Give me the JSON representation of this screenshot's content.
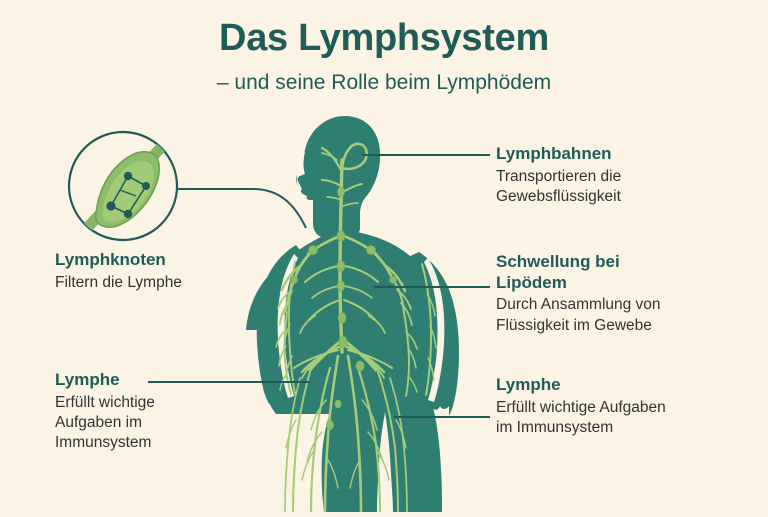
{
  "header": {
    "title": "Das Lymphsystem",
    "subtitle": "– und seine Rolle beim Lymphödem"
  },
  "colors": {
    "background": "#fbf3e4",
    "body_teal": "#2e7e72",
    "vessel_green": "#a6cc79",
    "node_fill": "#8cbd6b",
    "heading_teal": "#1f5b57",
    "body_text": "#333333",
    "line_teal": "#1f5b57"
  },
  "callouts": [
    {
      "id": "lymphknoten",
      "title": "Lymphknoten",
      "body": "Filtern die Lymphe",
      "side": "left"
    },
    {
      "id": "lymphe-left",
      "title": "Lymphe",
      "body": "Erfüllt wichtige\nAufgaben im\nImmunsystem",
      "side": "left"
    },
    {
      "id": "lymphbahnen",
      "title": "Lymphbahnen",
      "body": "Transportieren die\nGewebsflüssigkeit",
      "side": "right"
    },
    {
      "id": "lipoedem",
      "title": "Schwellung bei\nLipödem",
      "body": "Durch Ansammlung von\nFlüssigkeit im Gewebe",
      "side": "right"
    },
    {
      "id": "lymphe-right",
      "title": "Lymphe",
      "body": "Erfüllt wichtige Aufgaben\nim Immunsystem",
      "side": "right"
    }
  ],
  "illustration": {
    "figure": "female-body-silhouette-with-lymphatic-vessels",
    "detail_circle": "lymph-node-cross-section"
  }
}
